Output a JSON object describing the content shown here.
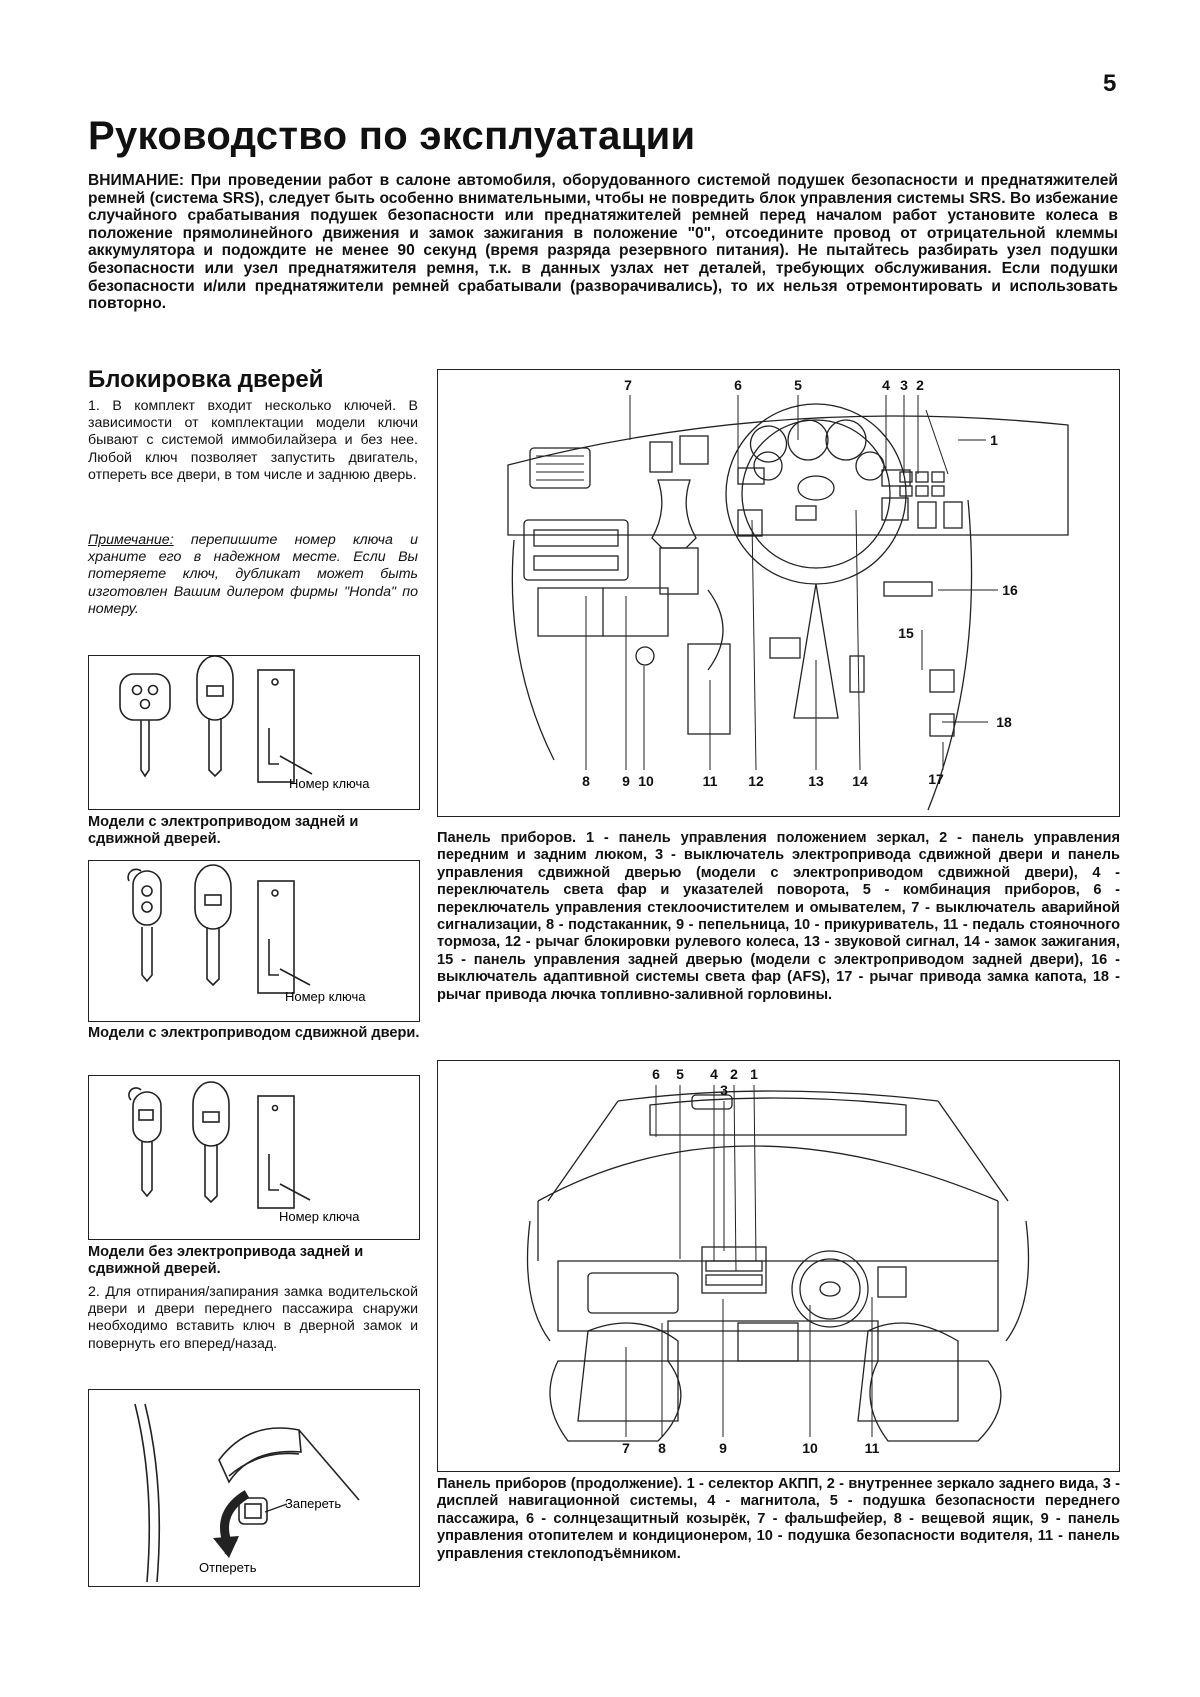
{
  "page_number": "5",
  "title": "Руководство по эксплуатации",
  "warning": {
    "label": "ВНИМАНИЕ:",
    "text": " При проведении работ в салоне автомобиля, оборудованного системой подушек безопасности и преднатяжителей ремней (система SRS), следует быть особенно внимательными, чтобы не повредить блок управления системы SRS. Во избежание случайного срабатывания подушек безопасности или преднатяжителей ремней перед началом работ установите колеса в положение прямолинейного движения и замок зажигания в положение \"0\", отсоедините провод от отрицательной клеммы аккумулятора и подождите не менее 90 секунд (время разряда резервного питания). Не пытайтесь разбирать узел подушки безопасности или узел преднатяжителя ремня, т.к. в данных узлах нет деталей, требующих обслуживания. Если подушки безопасности и/или преднатяжители ремней срабатывали (разворачивались), то их нельзя отремонтировать и использовать повторно."
  },
  "section_title": "Блокировка дверей",
  "para1": "1. В комплект входит несколько ключей. В зависимости от комплектации модели ключи бывают с системой иммобилайзера и без нее. Любой ключ позволяет запустить двигатель, отпереть все двери, в том числе и заднюю дверь.",
  "note": {
    "label": "Примечание:",
    "text": " перепишите номер ключа и храните его в надежном месте. Если Вы потеряете ключ, дубликат может быть изготовлен Вашим дилером фирмы \"Honda\" по номеру."
  },
  "key_figures": [
    {
      "key_label": "Номер ключа",
      "caption": "Модели с электроприводом задней и сдвижной дверей."
    },
    {
      "key_label": "Номер ключа",
      "caption": "Модели с электроприводом сдвижной двери."
    },
    {
      "key_label": "Номер ключа",
      "caption": "Модели без электропривода задней и сдвижной дверей."
    }
  ],
  "para2": "2. Для отпирания/запирания замка водительской двери и двери переднего пассажира снаружи необходимо вставить ключ в дверной замок и повернуть его вперед/назад.",
  "lock_figure": {
    "lock": "Запереть",
    "unlock": "Отперeть"
  },
  "dash_figure": {
    "callouts_top": [
      "7",
      "6",
      "5",
      "4",
      "3",
      "2"
    ],
    "callout_1": "1",
    "callout_16": "16",
    "callout_15": "15",
    "callout_18": "18",
    "callout_17": "17",
    "callouts_bottom": [
      "8",
      "9",
      "10",
      "11",
      "12",
      "13",
      "14"
    ],
    "caption": "Панель приборов. 1 - панель управления положением зеркал, 2 - панель управления передним и задним люком, 3 - выключатель электропривода сдвижной двери и панель управления сдвижной дверью (модели с электроприводом сдвижной двери), 4 - переключатель света фар и указателей поворота, 5 - комбинация приборов, 6 - переключатель управления стеклоочистителем и омывателем, 7 - выключатель аварийной сигнализации, 8 - подстаканник, 9 - пепельница, 10 - прикуриватель, 11 - педаль стояночного тормоза, 12 - рычаг блокировки рулевого колеса, 13 - звуковой сигнал, 14 - замок зажигания, 15 - панель управления задней дверью (модели с электроприводом задней двери), 16 - выключатель адаптивной системы света фар (AFS), 17 - рычаг привода замка капота, 18 - рычаг привода лючка топливно-заливной горловины."
  },
  "cabin_figure": {
    "callouts_top": [
      "6",
      "5",
      "4",
      "2",
      "1"
    ],
    "callout_3": "3",
    "callouts_bottom": [
      "7",
      "8",
      "9",
      "10",
      "11"
    ],
    "caption": "Панель приборов (продолжение). 1 - селектор АКПП, 2 - внутреннее зеркало заднего вида, 3 - дисплей навигационной системы, 4 - магнитола, 5 - подушка безопасности переднего пассажира, 6 - солнцезащитный козырёк, 7 - фальшфейер, 8 - вещевой ящик, 9 - панель управления отопителем и кондиционером, 10 - подушка безопасности водителя, 11 - панель управления стеклоподъёмником."
  }
}
